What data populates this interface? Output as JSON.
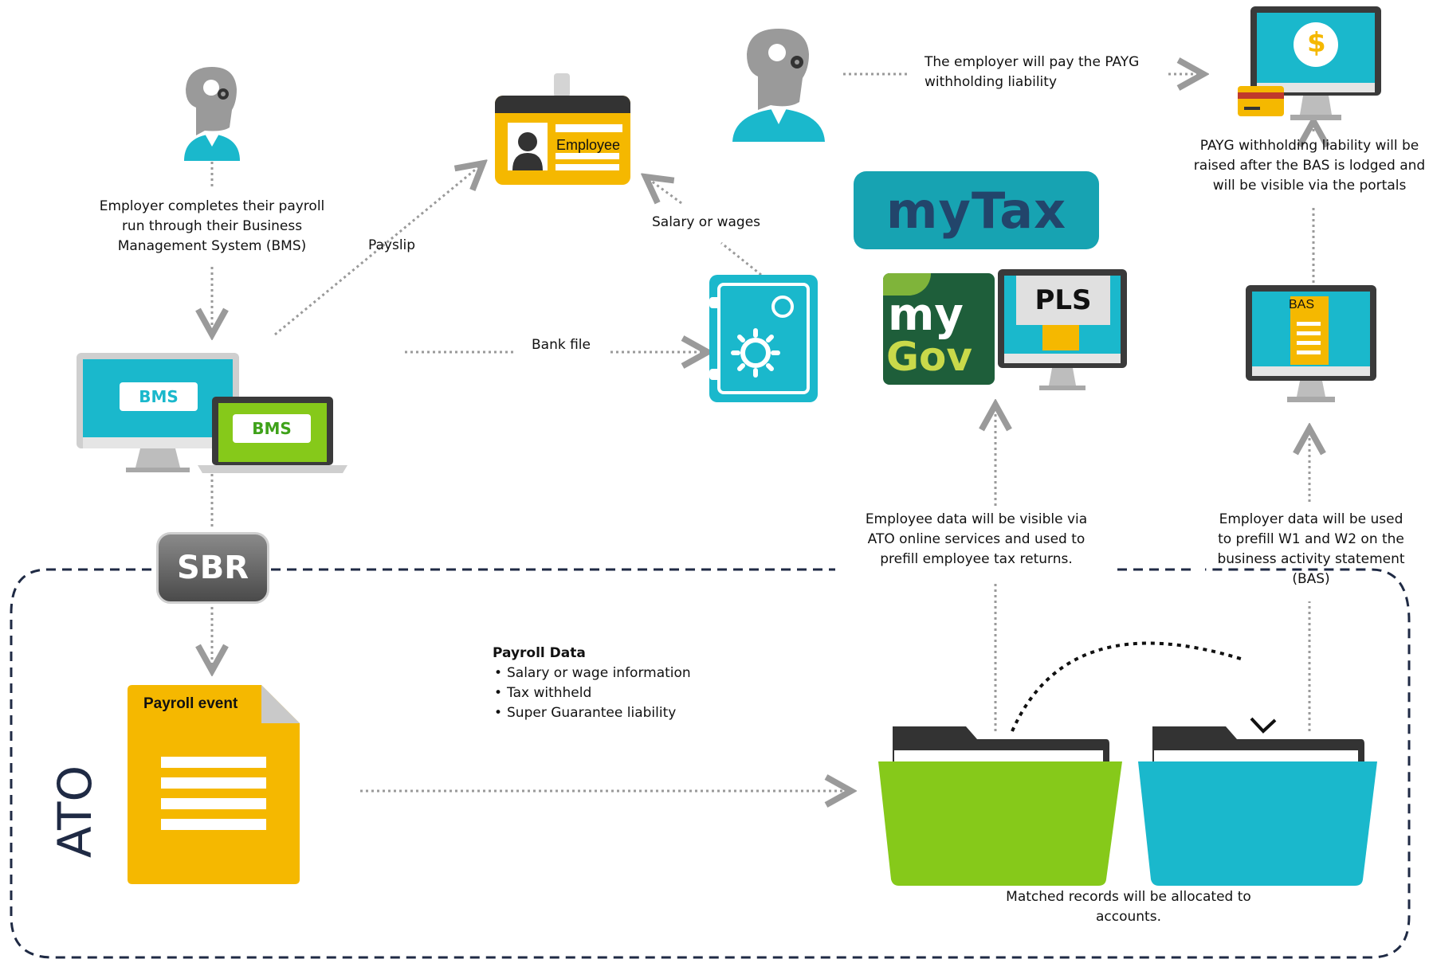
{
  "steps": {
    "employer_payroll": "Employer completes their payroll run through their Business Management System (BMS)",
    "payslip": "Payslip",
    "bank_file": "Bank file",
    "salary_or_wages": "Salary or wages",
    "employer_pay": "The employer will pay the PAYG withholding liability",
    "payg_raised": "PAYG withholding liability will be raised after the BAS is lodged and will be visible via the portals",
    "employee_data": "Employee data will be visible via ATO online services and used to prefill employee tax returns.",
    "employer_data": "Employer data will be used to prefill W1 and W2 on the business activity statement (BAS)",
    "matched_records": "Matched records will be allocated to accounts."
  },
  "badges": {
    "employee": "Employee",
    "bms": "BMS",
    "sbr": "SBR",
    "mytax": "myTax",
    "mygov_line1": "my",
    "mygov_line2": "Gov",
    "pls": "PLS",
    "bas": "BAS",
    "payroll_event": "Payroll event",
    "ato": "ATO",
    "dollar": "$"
  },
  "payroll_data": {
    "title": "Payroll Data",
    "items": [
      "Salary or wage information",
      "Tax withheld",
      "Super Guarantee liability"
    ]
  },
  "colors": {
    "teal": "#1ab8cc",
    "teal_dark": "#17a9bd",
    "green": "#86c91a",
    "yellow": "#f5b800",
    "grey": "#9a9a9a",
    "navy": "#1f2a44",
    "mytax_bg": "#17a3b2",
    "mygov_bg": "#1e5e3a"
  }
}
